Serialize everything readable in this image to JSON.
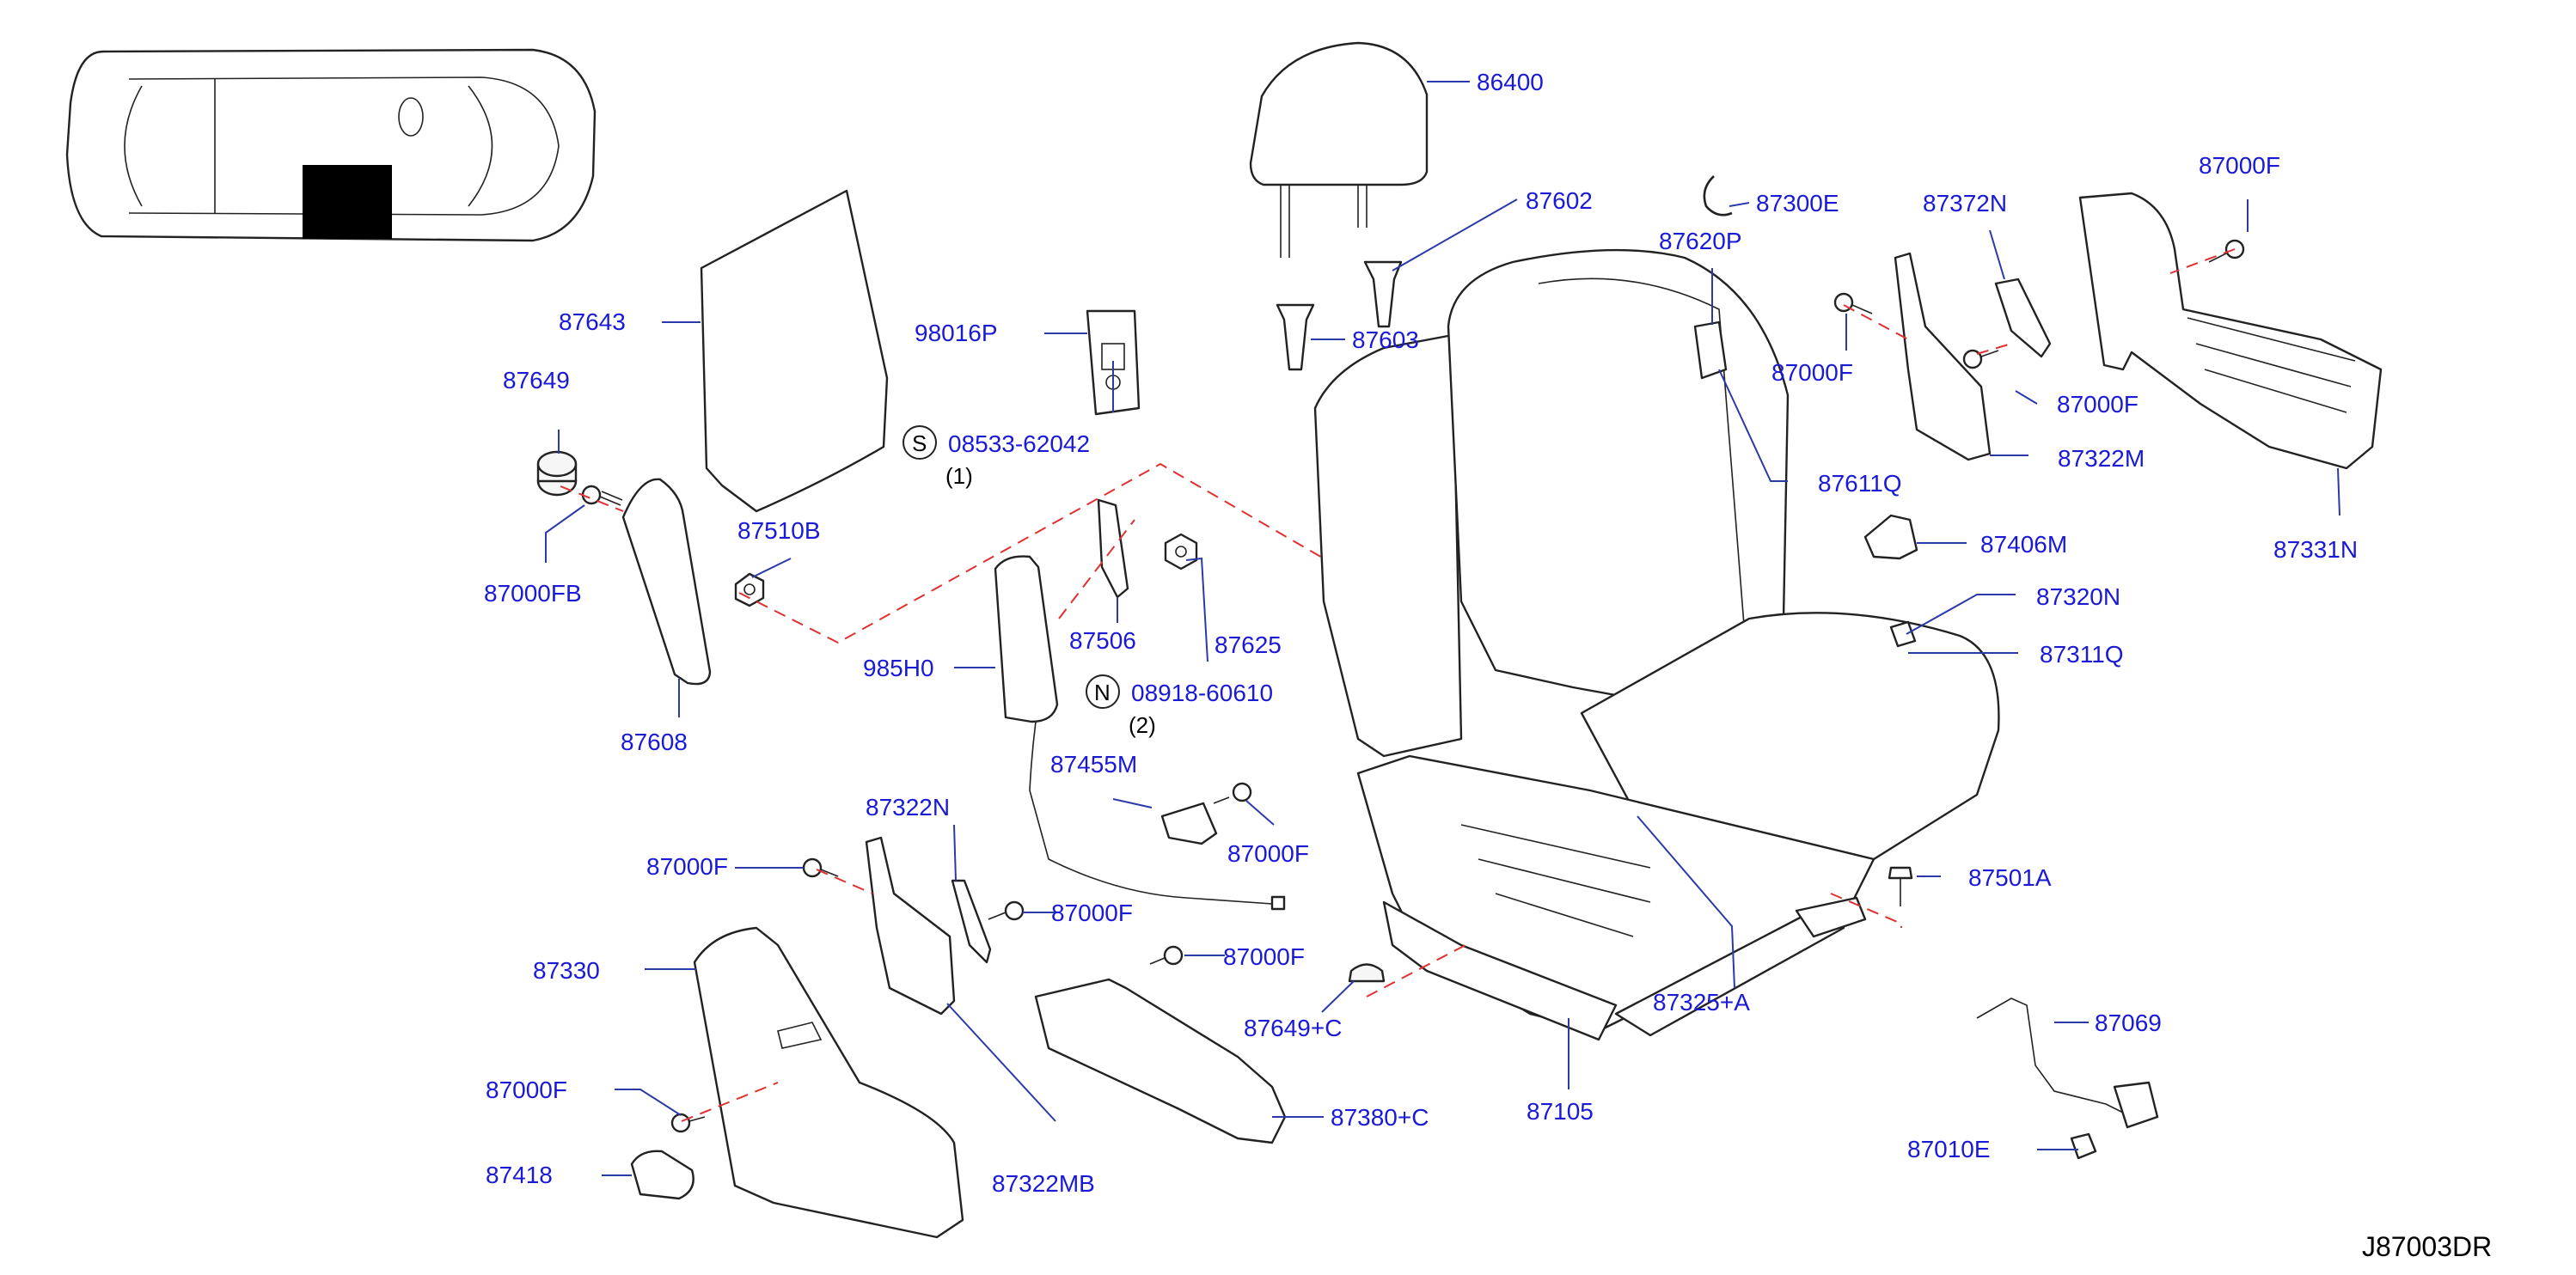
{
  "diagram_ref": "J87003DR",
  "callouts": {
    "s_symbol": "S",
    "s_part": "08533-62042",
    "s_qty": "(1)",
    "n_symbol": "N",
    "n_part": "08918-60610",
    "n_qty": "(2)"
  },
  "parts": [
    "86400",
    "87602",
    "87603",
    "98016P",
    "87643",
    "87649",
    "87000FB",
    "87510B",
    "87608",
    "87506",
    "87625",
    "985H0",
    "87455M",
    "87000F",
    "87322N",
    "87330",
    "87418",
    "87322MB",
    "87380+C",
    "87649+C",
    "87105",
    "87325+A",
    "87501A",
    "87069",
    "87010E",
    "87300E",
    "87620P",
    "87611Q",
    "87372N",
    "87322M",
    "87331N",
    "87406M",
    "87320N",
    "87311Q"
  ]
}
